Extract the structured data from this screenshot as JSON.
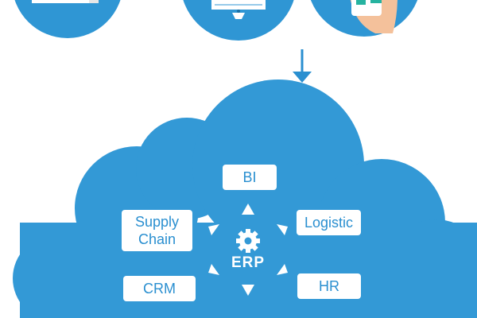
{
  "colors": {
    "cloud": "#3399d6",
    "circle": "#2f96d4",
    "accent_white": "#ffffff",
    "module_text": "#2a8fd0"
  },
  "icons": {
    "top_left": "laptop-icon",
    "top_center": "desktop-monitor-icon",
    "top_right": "hand-holding-phone-icon",
    "flow": "arrow-down-icon",
    "core": "gear-icon"
  },
  "erp": {
    "label": "ERP"
  },
  "modules": {
    "bi": "BI",
    "supply_chain": "Supply\nChain",
    "logistic": "Logistic",
    "crm": "CRM",
    "hr": "HR"
  }
}
